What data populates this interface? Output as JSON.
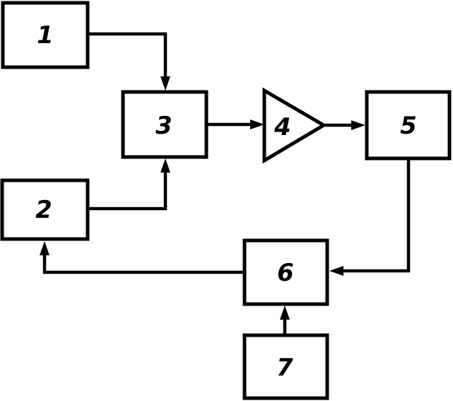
{
  "blocks": [
    {
      "id": "1",
      "label": "1",
      "shape": "rectangle"
    },
    {
      "id": "2",
      "label": "2",
      "shape": "rectangle"
    },
    {
      "id": "3",
      "label": "3",
      "shape": "rectangle"
    },
    {
      "id": "4",
      "label": "4",
      "shape": "triangle"
    },
    {
      "id": "5",
      "label": "5",
      "shape": "rectangle"
    },
    {
      "id": "6",
      "label": "6",
      "shape": "rectangle"
    },
    {
      "id": "7",
      "label": "7",
      "shape": "rectangle"
    }
  ],
  "connections": [
    {
      "from": "1",
      "to": "3"
    },
    {
      "from": "2",
      "to": "3"
    },
    {
      "from": "3",
      "to": "4"
    },
    {
      "from": "4",
      "to": "5"
    },
    {
      "from": "5",
      "to": "6"
    },
    {
      "from": "6",
      "to": "2"
    },
    {
      "from": "7",
      "to": "6"
    }
  ]
}
